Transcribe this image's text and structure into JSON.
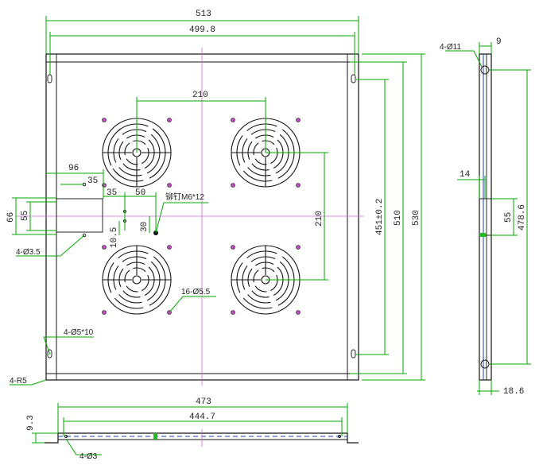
{
  "front_view": {
    "dims": {
      "overall_width": "513",
      "inner_width": "499.8",
      "fan_spacing_h": "210",
      "fan_spacing_v": "210",
      "offset_96": "96",
      "offset_35": "35",
      "offset_35b": "35",
      "offset_50": "50",
      "offset_30": "30",
      "offset_10_5": "10.5",
      "hole_pitch": "451±0.2",
      "height_510": "510",
      "height_530": "530",
      "slot_66": "66",
      "slot_55": "55"
    },
    "notes": {
      "rivet": "铆钉M6*12",
      "holes_16": "16-Ø5.5",
      "holes_3_5": "4-Ø3.5",
      "slots": "4-Ø5*10",
      "radius": "4-R5"
    }
  },
  "side_view": {
    "dims": {
      "hole_dia": "4-Ø11",
      "thickness_top": "9",
      "offset_14": "14",
      "slot_55": "55",
      "height_478_6": "478.6",
      "depth_18_6": "18.6"
    }
  },
  "bottom_view": {
    "dims": {
      "width_473": "473",
      "width_444_7": "444.7",
      "height_9_3": "9.3",
      "holes": "4-Ø3"
    }
  }
}
